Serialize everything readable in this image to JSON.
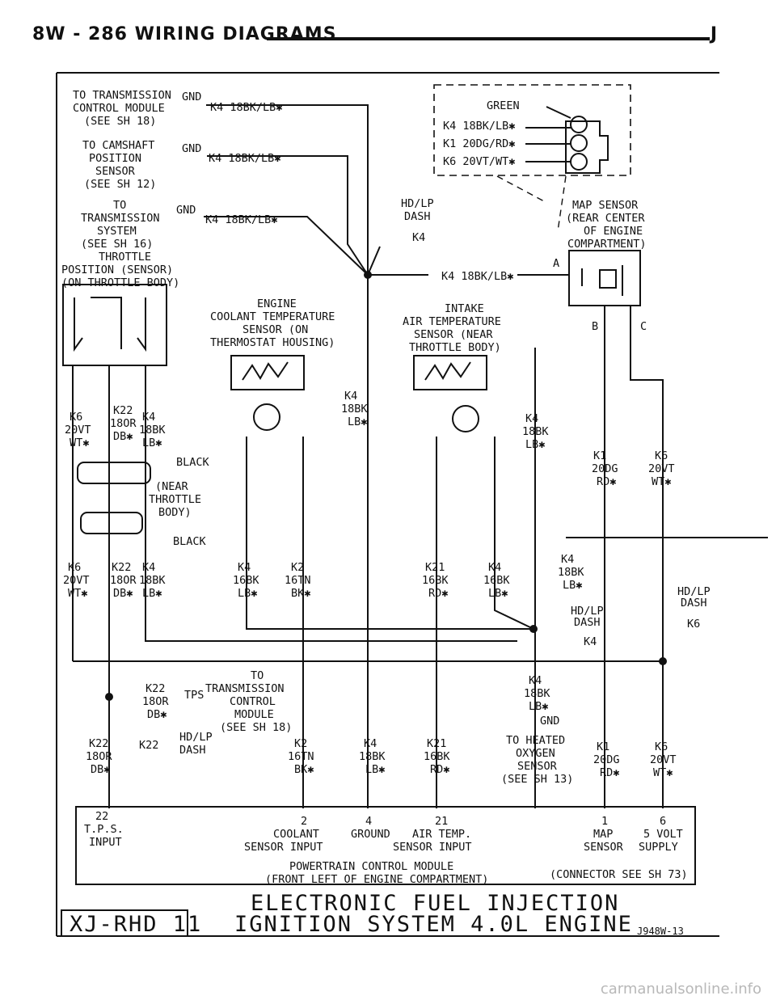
{
  "header": {
    "left": "8W - 286   WIRING DIAGRAMS",
    "right": "J"
  },
  "labels": {
    "trans_ctrl": [
      "TO TRANSMISSION",
      "CONTROL MODULE",
      "(SEE SH 18)"
    ],
    "camshaft": [
      "TO CAMSHAFT",
      "POSITION",
      "SENSOR",
      "(SEE SH 12)"
    ],
    "trans_sys": [
      "TO",
      "TRANSMISSION",
      "SYSTEM",
      "(SEE SH 16)"
    ],
    "gnd": "GND",
    "wire_k4": "K4 18BK/LB✱",
    "throttle": [
      "THROTTLE",
      "POSITION (SENSOR)",
      "(ON THROTTLE BODY)"
    ],
    "map_conn": {
      "green": "GREEN",
      "a": "K4 18BK/LB✱",
      "b": "K1 20DG/RD✱",
      "c": "K6 20VT/WT✱"
    },
    "hdlp_dash": [
      "HD/LP",
      "DASH"
    ],
    "splice_k4": "K4",
    "splice_k6": "K6",
    "splice_k22": "K22",
    "map_sensor": [
      "MAP SENSOR",
      "(REAR CENTER",
      "OF ENGINE",
      "COMPARTMENT)"
    ],
    "ect": [
      "ENGINE",
      "COOLANT TEMPERATURE",
      "SENSOR (ON",
      "THERMOSTAT HOUSING)"
    ],
    "iat": [
      "INTAKE",
      "AIR TEMPERATURE",
      "SENSOR (NEAR",
      "THROTTLE BODY)"
    ],
    "pin_a": "A",
    "pin_b": "B",
    "pin_c": "C",
    "black": "BLACK",
    "near_tb": [
      "(NEAR",
      "THROTTLE",
      "BODY)"
    ],
    "tps_to": [
      "TO",
      "TRANSMISSION",
      "CONTROL",
      "MODULE",
      "(SEE SH 18)"
    ],
    "tps": "TPS",
    "gnd2": "GND",
    "o2": [
      "TO HEATED",
      "OXYGEN",
      "SENSOR",
      "(SEE SH 13)"
    ],
    "pcm": {
      "c22": [
        "22",
        "T.P.S.",
        "INPUT"
      ],
      "c2": [
        "2",
        "COOLANT",
        "SENSOR INPUT"
      ],
      "c4": [
        "4",
        "GROUND"
      ],
      "c21": [
        "21",
        "AIR TEMP.",
        "SENSOR INPUT"
      ],
      "c1": [
        "1",
        "MAP",
        "SENSOR"
      ],
      "c6": [
        "6",
        "5 VOLT",
        "SUPPLY"
      ],
      "name": [
        "POWERTRAIN CONTROL MODULE",
        "(FRONT LEFT OF ENGINE COMPARTMENT)"
      ],
      "conn": "(CONNECTOR SEE SH 73)"
    },
    "title": [
      "ELECTRONIC FUEL INJECTION",
      "IGNITION SYSTEM 4.0L ENGINE"
    ],
    "sheet": "XJ-RHD 11",
    "fig": "J948W-13",
    "w": {
      "k6": [
        "K6",
        "20VT",
        "WT✱"
      ],
      "k22": [
        "K22",
        "18OR",
        "DB✱"
      ],
      "k4": [
        "K4",
        "18BK",
        "LB✱"
      ],
      "k4_16": [
        "K4",
        "16BK",
        "LB✱"
      ],
      "k2": [
        "K2",
        "16TN",
        "BK✱"
      ],
      "k21": [
        "K21",
        "16BK",
        "RD✱"
      ],
      "k1": [
        "K1",
        "20DG",
        "RD✱"
      ]
    }
  },
  "watermark": "carmanualsonline.info"
}
